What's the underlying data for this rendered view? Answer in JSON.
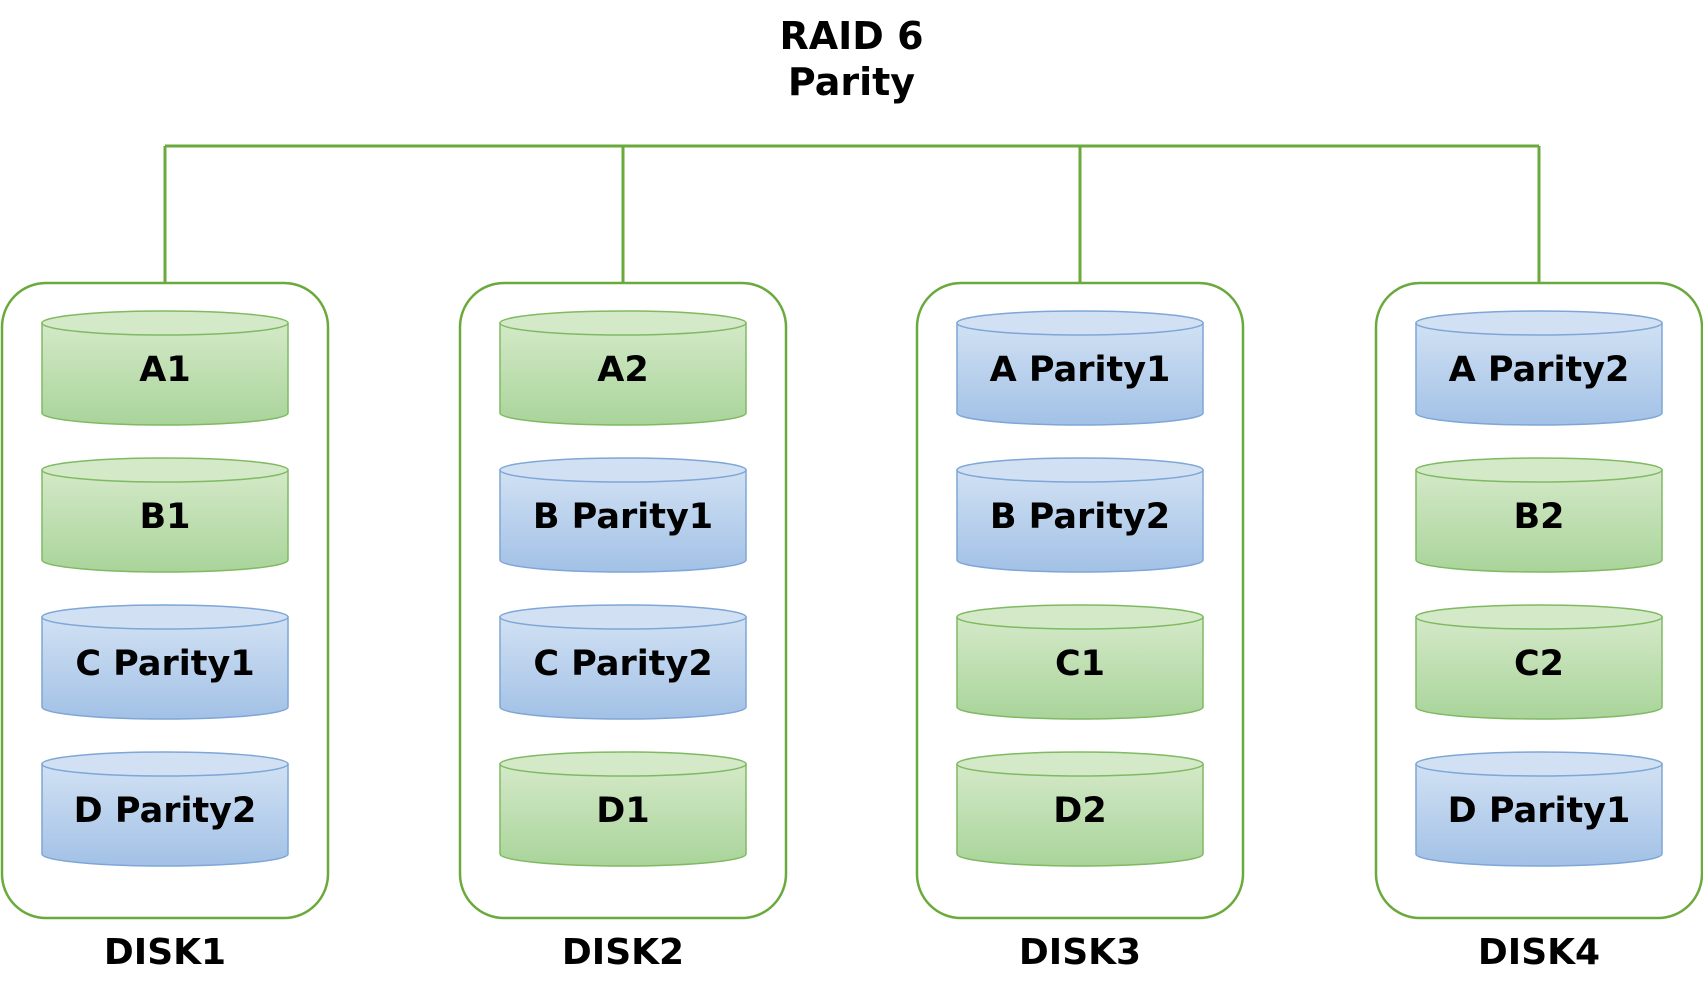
{
  "title": [
    "RAID 6",
    "Parity"
  ],
  "colors": {
    "connector": "#6aaa3c",
    "disk_border": "#6aaa3c",
    "data_fill_top": "#d4e9c8",
    "data_fill": "#a9d49a",
    "data_stroke": "#7fba62",
    "parity_fill_top": "#d1e1f3",
    "parity_fill": "#a2c1e6",
    "parity_stroke": "#7ea6d6"
  },
  "disks": [
    {
      "label": "DISK1",
      "blocks": [
        {
          "label": "A1",
          "kind": "data"
        },
        {
          "label": "B1",
          "kind": "data"
        },
        {
          "label": "C Parity1",
          "kind": "parity"
        },
        {
          "label": "D Parity2",
          "kind": "parity"
        }
      ]
    },
    {
      "label": "DISK2",
      "blocks": [
        {
          "label": "A2",
          "kind": "data"
        },
        {
          "label": "B Parity1",
          "kind": "parity"
        },
        {
          "label": "C Parity2",
          "kind": "parity"
        },
        {
          "label": "D1",
          "kind": "data"
        }
      ]
    },
    {
      "label": "DISK3",
      "blocks": [
        {
          "label": "A Parity1",
          "kind": "parity"
        },
        {
          "label": "B Parity2",
          "kind": "parity"
        },
        {
          "label": "C1",
          "kind": "data"
        },
        {
          "label": "D2",
          "kind": "data"
        }
      ]
    },
    {
      "label": "DISK4",
      "blocks": [
        {
          "label": "A Parity2",
          "kind": "parity"
        },
        {
          "label": "B2",
          "kind": "data"
        },
        {
          "label": "C2",
          "kind": "data"
        },
        {
          "label": "D Parity1",
          "kind": "parity"
        }
      ]
    }
  ]
}
